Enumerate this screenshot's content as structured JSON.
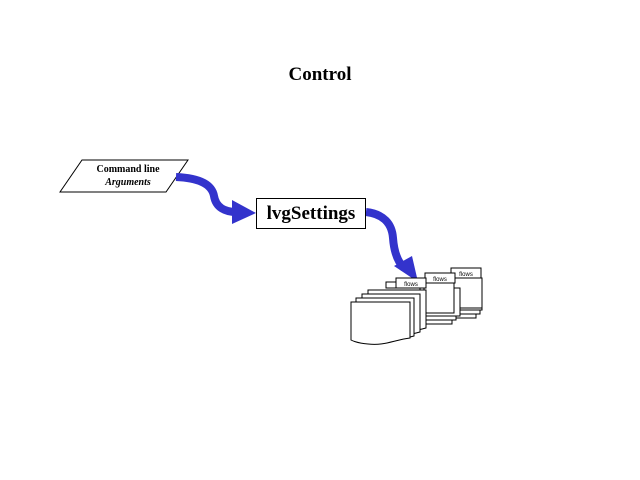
{
  "title": "Control",
  "nodes": {
    "input": {
      "line1": "Command line",
      "line2": "Arguments",
      "shape": "parallelogram"
    },
    "settings": {
      "label": "lvgSettings",
      "shape": "rectangle"
    },
    "outputs": {
      "shape": "document-stack",
      "tab_label": "flows",
      "stack_count": 3
    }
  },
  "edges": [
    {
      "from": "input",
      "to": "settings"
    },
    {
      "from": "settings",
      "to": "outputs"
    }
  ],
  "colors": {
    "arrow": "#3333cc",
    "stroke": "#000000",
    "background": "#ffffff"
  }
}
